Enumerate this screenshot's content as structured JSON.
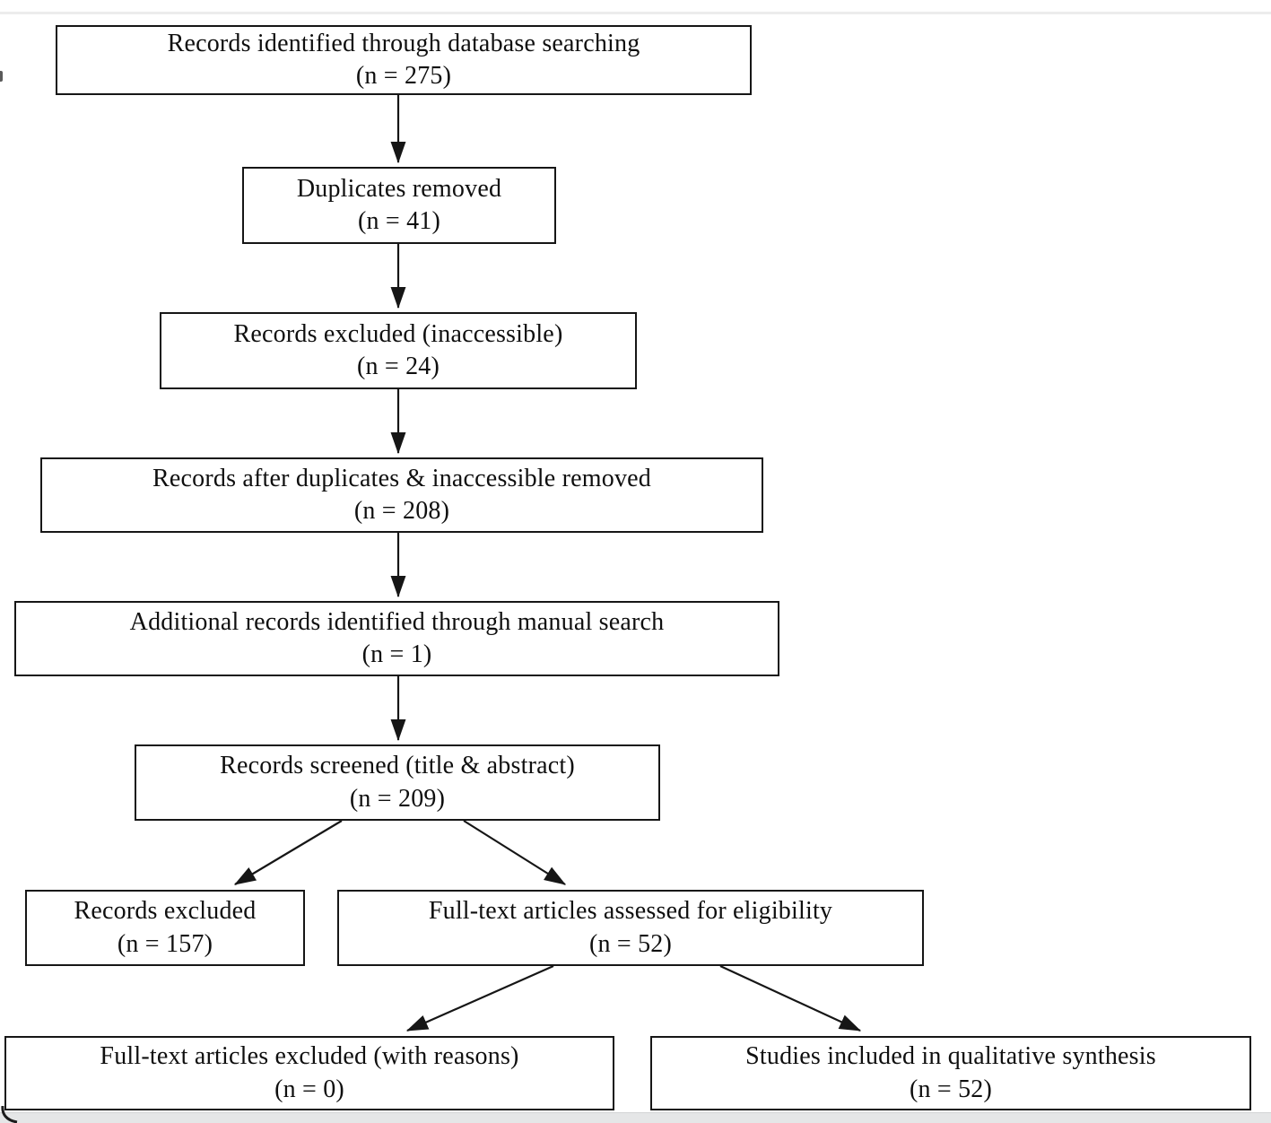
{
  "diagram": {
    "type": "flowchart",
    "subject": "study-selection-flow",
    "nodes": [
      {
        "label": "Records identified through database searching",
        "n": "(n = 275)"
      },
      {
        "label": "Duplicates removed",
        "n": "(n = 41)"
      },
      {
        "label": "Records excluded (inaccessible)",
        "n": "(n = 24)"
      },
      {
        "label": "Records after duplicates & inaccessible removed",
        "n": "(n = 208)"
      },
      {
        "label": "Additional records identified through manual search",
        "n": "(n = 1)"
      },
      {
        "label": "Records screened (title & abstract)",
        "n": "(n = 209)"
      },
      {
        "label": "Records excluded",
        "n": "(n = 157)"
      },
      {
        "label": "Full-text articles assessed for eligibility",
        "n": "(n = 52)"
      },
      {
        "label": "Full-text articles excluded (with reasons)",
        "n": "(n = 0)"
      },
      {
        "label": "Studies included in qualitative synthesis",
        "n": "(n = 52)"
      }
    ],
    "edges": [
      {
        "from": 0,
        "to": 1
      },
      {
        "from": 1,
        "to": 2
      },
      {
        "from": 2,
        "to": 3
      },
      {
        "from": 3,
        "to": 4
      },
      {
        "from": 4,
        "to": 5
      },
      {
        "from": 5,
        "to": 6
      },
      {
        "from": 5,
        "to": 7
      },
      {
        "from": 7,
        "to": 8
      },
      {
        "from": 7,
        "to": 9
      }
    ],
    "colors": {
      "box_border": "#161616",
      "box_background": "#ffffff",
      "arrow": "#161616",
      "text": "#0f0f0f",
      "page_background": "#ffffff",
      "page_edge_gray": "#e5e6e7"
    }
  }
}
